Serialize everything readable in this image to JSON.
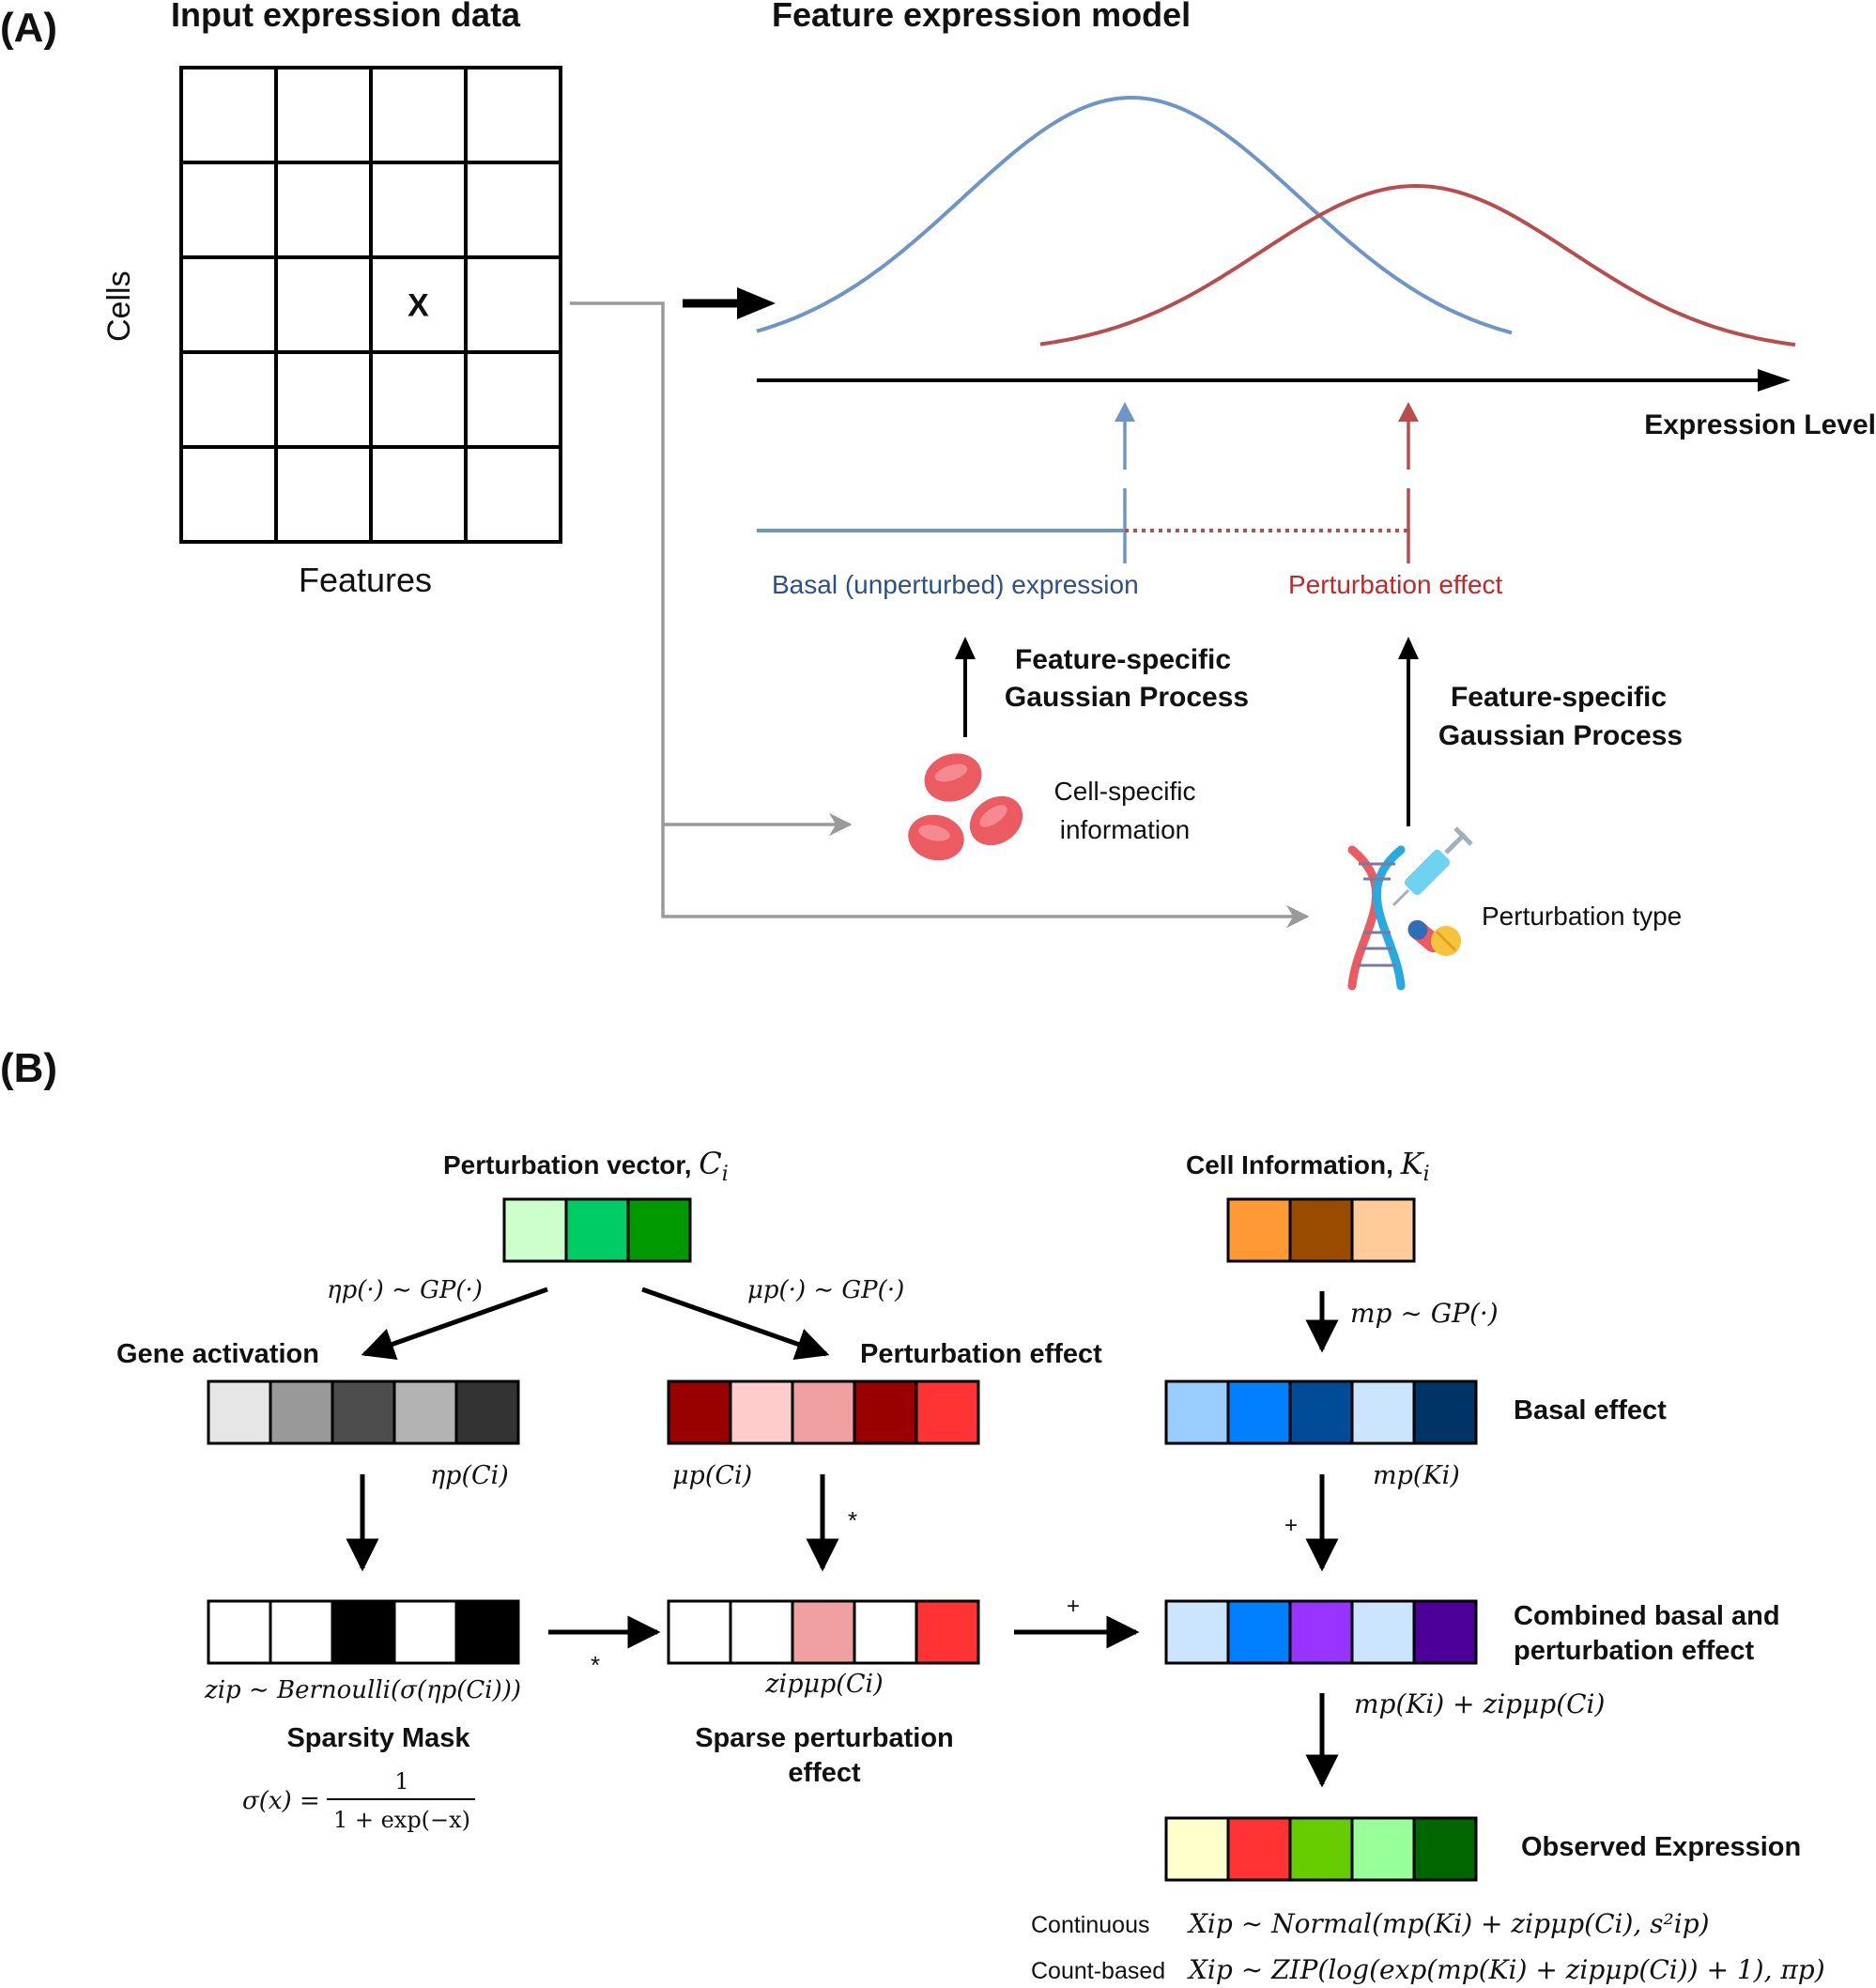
{
  "panelA": {
    "label": "(A)",
    "title_input": "Input expression data",
    "title_model": "Feature expression model",
    "matrix": {
      "rows": 5,
      "cols": 4,
      "marker": "X",
      "marker_row": 2,
      "marker_col": 2
    },
    "cells_label": "Cells",
    "features_label": "Features",
    "axis_label": "Expression Level",
    "basal_label": "Basal (unperturbed) expression",
    "perturb_label": "Perturbation effect",
    "gp_left_line1": "Feature-specific",
    "gp_left_line2": "Gaussian Process",
    "gp_right_line1": "Feature-specific",
    "gp_right_line2": "Gaussian Process",
    "cell_info_line1": "Cell-specific",
    "cell_info_line2": "information",
    "perturb_type": "Perturbation type",
    "icons": {
      "cells": "red-blood-cells-icon",
      "perturbation": "dna-syringe-pill-icon"
    },
    "colors": {
      "basal": "#6e95c8",
      "perturb": "#b94d4d",
      "basal_text": "#2d4f8a",
      "perturb_text": "#c0282a",
      "gray": "#9a9a9a"
    }
  },
  "panelB": {
    "label": "(B)",
    "perturbation_vector_title": "Perturbation vector, ",
    "perturbation_vector_sym": "C",
    "perturbation_vector_sub": "i",
    "perturbation_vector_colors": [
      "#ccffcc",
      "#00cc66",
      "#009900"
    ],
    "cell_info_title": "Cell Information, ",
    "cell_info_sym": "K",
    "cell_info_sub": "i",
    "cell_info_colors": [
      "#ff9933",
      "#994c00",
      "#ffcc99"
    ],
    "eta_gp": "ηp(·) ∼ GP(·)",
    "mu_gp": "μp(·) ∼ GP(·)",
    "m_gp": "mp ∼ GP(·)",
    "gene_activation_title": "Gene activation",
    "gene_activation_colors": [
      "#e6e6e6",
      "#999999",
      "#4d4d4d",
      "#b3b3b3",
      "#333333"
    ],
    "gene_activation_math": "ηp(Ci)",
    "perturbation_effect_title": "Perturbation effect",
    "perturbation_effect_colors": [
      "#990000",
      "#ffcccc",
      "#f0a0a0",
      "#990000",
      "#ff3333"
    ],
    "perturbation_effect_math": "μp(Ci)",
    "basal_effect_title": "Basal effect",
    "basal_effect_colors": [
      "#99ccff",
      "#0080ff",
      "#004c99",
      "#cce5ff",
      "#003366"
    ],
    "basal_effect_math": "mp(Ki)",
    "mask_colors": [
      "#ffffff",
      "#ffffff",
      "#000000",
      "#ffffff",
      "#000000"
    ],
    "mask_math": "zip ∼ Bernoulli(σ(ηp(Ci)))",
    "sparsity_title": "Sparsity Mask",
    "sigma_lhs": "σ(x) =",
    "sigma_num": "1",
    "sigma_den": "1 + exp(−x)",
    "sparse_colors": [
      "#ffffff",
      "#ffffff",
      "#f0a0a0",
      "#ffffff",
      "#ff3333"
    ],
    "sparse_math": "zipμp(Ci)",
    "sparse_title_line1": "Sparse perturbation",
    "sparse_title_line2": "effect",
    "combined_colors": [
      "#cce5ff",
      "#0080ff",
      "#9933ff",
      "#cce5ff",
      "#4c0099"
    ],
    "combined_title_line1": "Combined basal and",
    "combined_title_line2": "perturbation effect",
    "combined_math": "mp(Ki) + zipμp(Ci)",
    "observed_colors": [
      "#ffffcc",
      "#ff3333",
      "#66cc00",
      "#99ff99",
      "#006600"
    ],
    "observed_title": "Observed Expression",
    "op_mult_1": "*",
    "op_mult_2": "*",
    "op_plus_1": "+",
    "op_plus_2": "+",
    "continuous_label": "Continuous",
    "continuous_math": "Xip ∼ Normal(mp(Ki) + zipμp(Ci), s²ip)",
    "count_label": "Count-based",
    "count_math": "Xip ∼ ZIP(log(exp(mp(Ki) + zipμp(Ci)) + 1), πp)"
  }
}
